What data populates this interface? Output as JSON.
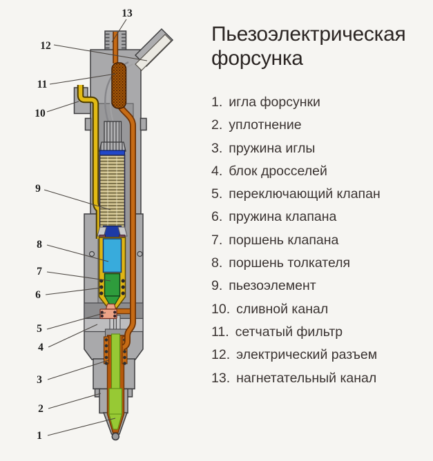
{
  "title": "Пьезоэлектрическая форсунка",
  "legend": {
    "items": [
      {
        "num": "1.",
        "label": "игла форсунки"
      },
      {
        "num": "2.",
        "label": "уплотнение"
      },
      {
        "num": "3.",
        "label": "пружина иглы"
      },
      {
        "num": "4.",
        "label": "блок дросселей"
      },
      {
        "num": "5.",
        "label": "переключающий клапан"
      },
      {
        "num": "6.",
        "label": "пружина клапана"
      },
      {
        "num": "7.",
        "label": "поршень клапана"
      },
      {
        "num": "8.",
        "label": "поршень толкателя"
      },
      {
        "num": "9.",
        "label": "пьезоэлемент"
      },
      {
        "num": "10.",
        "label": "сливной канал"
      },
      {
        "num": "11.",
        "label": "сетчатый фильтр"
      },
      {
        "num": "12.",
        "label": "электрический разъем"
      },
      {
        "num": "13.",
        "label": "нагнетательный канал"
      }
    ]
  },
  "callouts": [
    "1",
    "2",
    "3",
    "4",
    "5",
    "6",
    "7",
    "8",
    "9",
    "10",
    "11",
    "12",
    "13"
  ],
  "colors": {
    "background": "#f6f5f2",
    "body_gray": "#a9a9ab",
    "bore_gray": "#98989a",
    "channel_orange": "#c66b15",
    "filter_brown": "#ad5a08",
    "drain_yellow": "#e2ba15",
    "piston_cyan": "#38abdc",
    "piston_green": "#2e9c3c",
    "needle_green": "#97c934",
    "valve_salmon": "#eca387",
    "piezo_tan": "#d5c795",
    "cap_navy": "#1d3aa6"
  }
}
